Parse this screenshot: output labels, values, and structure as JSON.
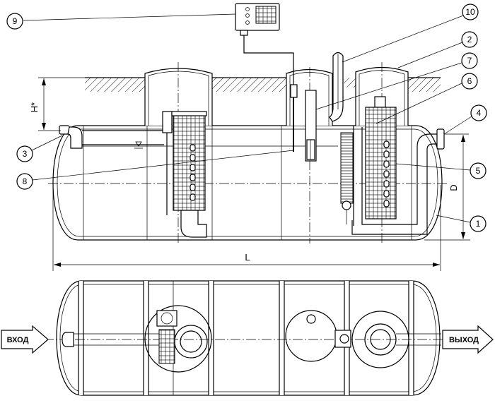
{
  "callouts": [
    "1",
    "2",
    "3",
    "4",
    "5",
    "6",
    "7",
    "8",
    "9",
    "10"
  ],
  "dimensions": {
    "height": "H*",
    "diameter": "D",
    "length": "L"
  },
  "flow": {
    "inlet": "ВХОД",
    "outlet": "ВЫХОД"
  }
}
